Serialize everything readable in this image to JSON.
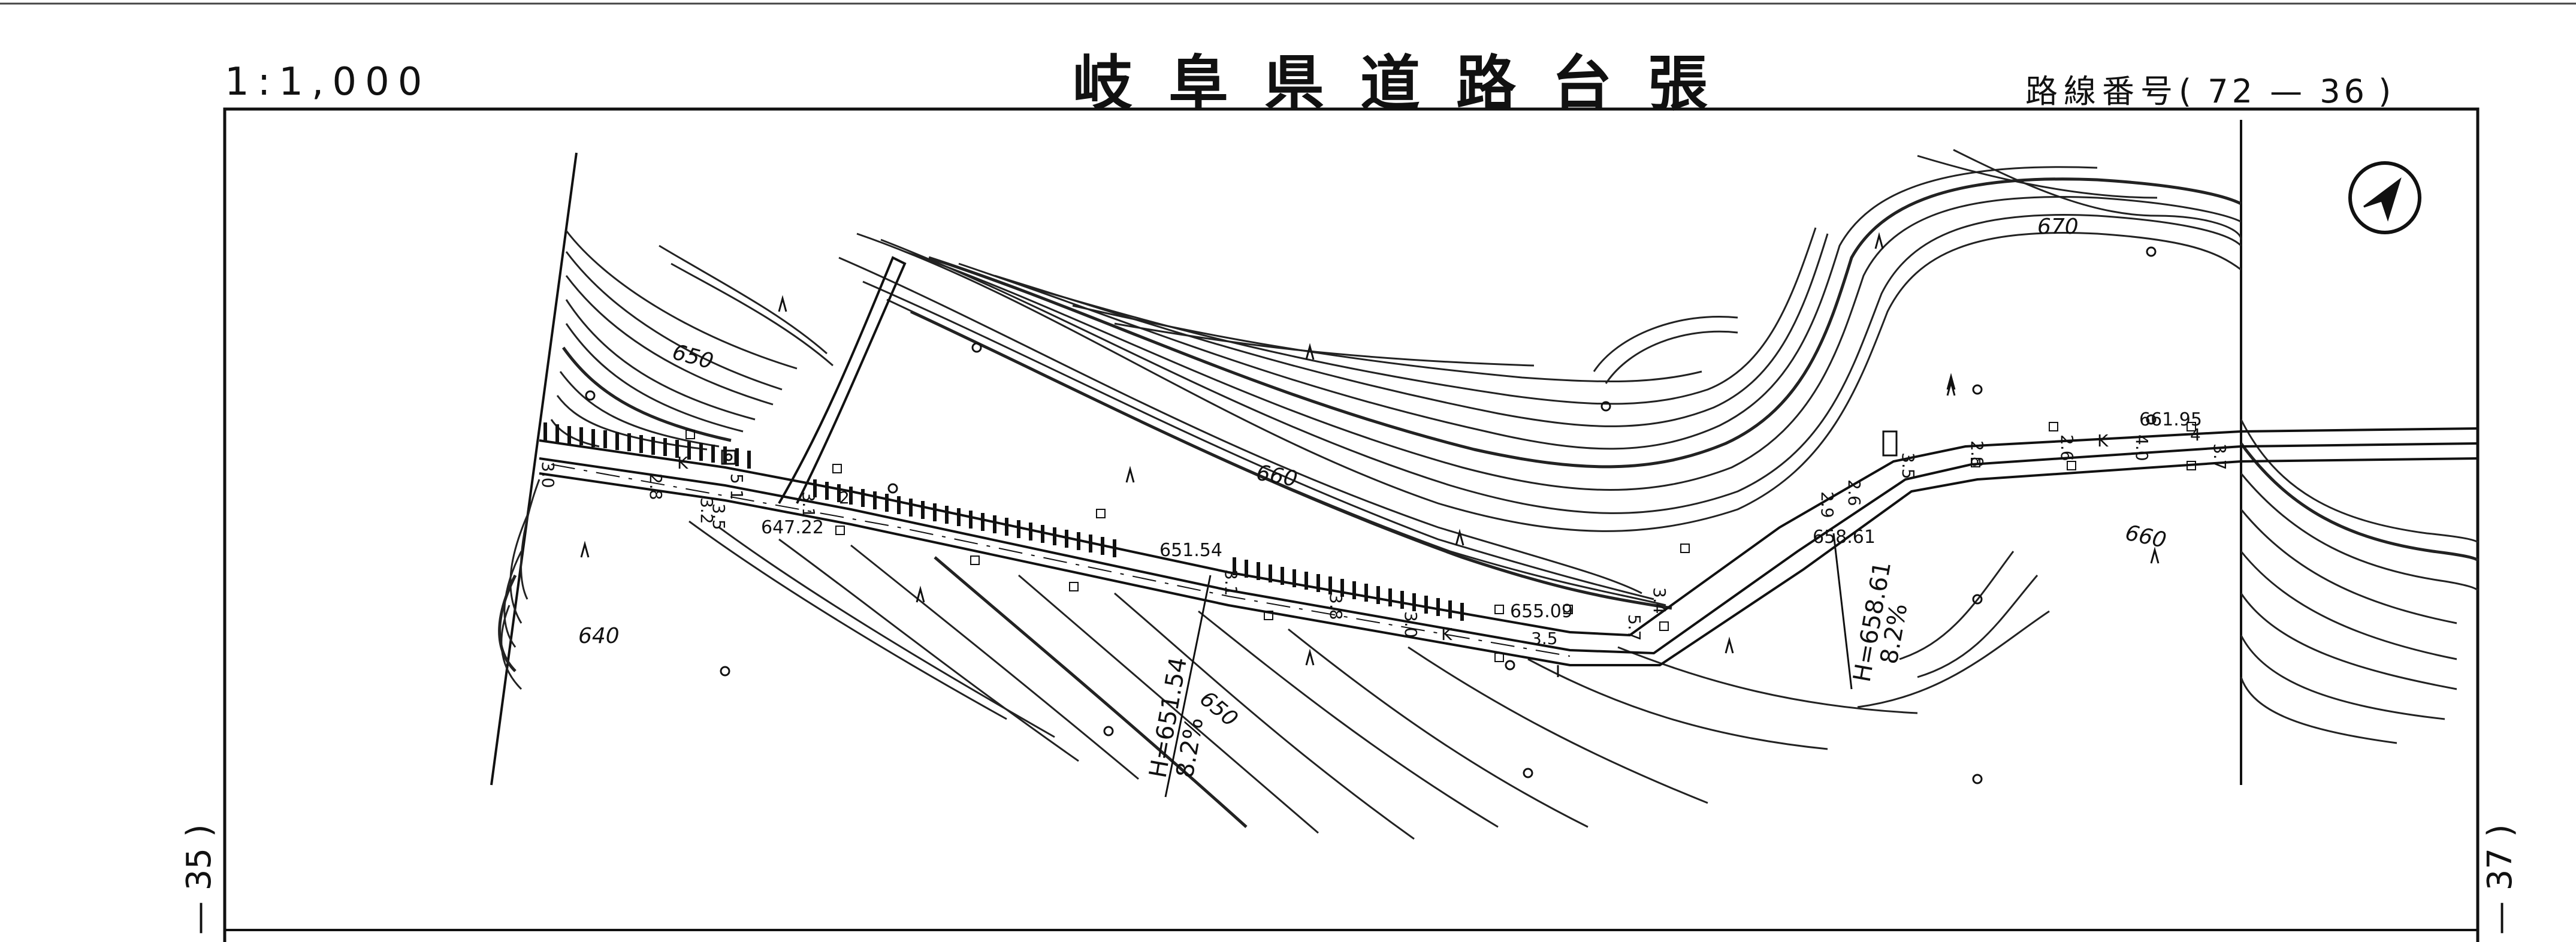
{
  "header": {
    "scale": "1:1,000",
    "title": "岐阜県道路台張",
    "route_label": "路線番号(",
    "route_number": "72 — 36",
    "route_close": ")"
  },
  "side_labels": {
    "left": "— 35 )",
    "right": "— 37 )"
  },
  "map": {
    "contour_labels": [
      "650",
      "640",
      "660",
      "670",
      "660",
      "650"
    ],
    "elevation_points": [
      "647.22",
      "651.54",
      "655.09",
      "658.61",
      "661.95"
    ],
    "road_marker": "K",
    "width_labels": [
      "3.0",
      "2.8",
      "3.5",
      "3.2",
      "5.1",
      "3.1",
      "2",
      "3.1",
      "3.8",
      "3.0",
      "3.5",
      "5.7",
      "3.4",
      "2.9",
      "2.6",
      "3.5",
      "2.8",
      "2.6",
      "4.0",
      "3.7",
      "4"
    ],
    "grade_left": {
      "height": "H=651.54",
      "grade": "8.2%"
    },
    "grade_right": {
      "height": "H=658.61",
      "grade": "8.2%"
    },
    "north_symbol": "north-arrow"
  }
}
